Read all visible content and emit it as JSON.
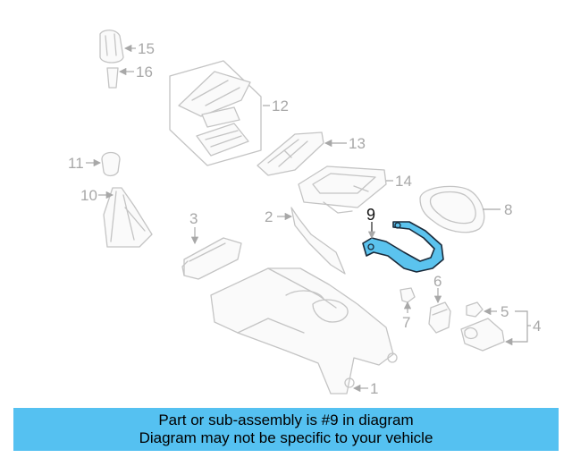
{
  "diagram": {
    "highlighted_part": "9",
    "callouts": [
      "1",
      "2",
      "3",
      "4",
      "5",
      "6",
      "7",
      "8",
      "9",
      "10",
      "11",
      "12",
      "13",
      "14",
      "15",
      "16"
    ]
  },
  "banner": {
    "line1": "Part or sub-assembly is #9 in diagram",
    "line2": "Diagram may not be specific to your vehicle"
  },
  "colors": {
    "highlight": "#5bc3ee",
    "banner": "#55c1f1",
    "line_art": "#c4c4c4"
  }
}
